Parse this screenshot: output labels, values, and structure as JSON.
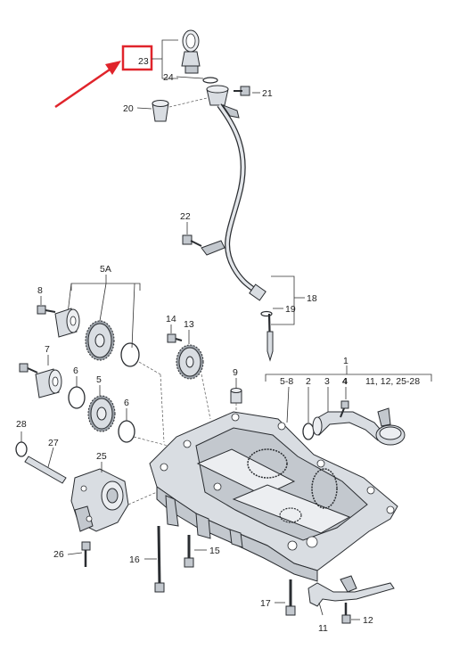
{
  "labels": {
    "l23": "23",
    "l24": "24",
    "l21": "21",
    "l20": "20",
    "l22": "22",
    "l18": "18",
    "l19": "19",
    "l5A": "5A",
    "l8": "8",
    "l14": "14",
    "l13": "13",
    "l7": "7",
    "l6a": "6",
    "l5": "5",
    "l6b": "6",
    "l1": "1",
    "l9": "9",
    "l58": "5-8",
    "l2": "2",
    "l3": "3",
    "l4": "4",
    "l1112": "11, 12, 25-28",
    "l28": "28",
    "l27": "27",
    "l25": "25",
    "l26": "26",
    "l16": "16",
    "l15": "15",
    "l17": "17",
    "l11": "11",
    "l12": "12"
  },
  "colors": {
    "highlight_box": "#e0242b",
    "arrow": "#e0242b",
    "part_fill": "#d9dde2",
    "outline": "#2a2d31"
  },
  "highlighted_part": "23"
}
